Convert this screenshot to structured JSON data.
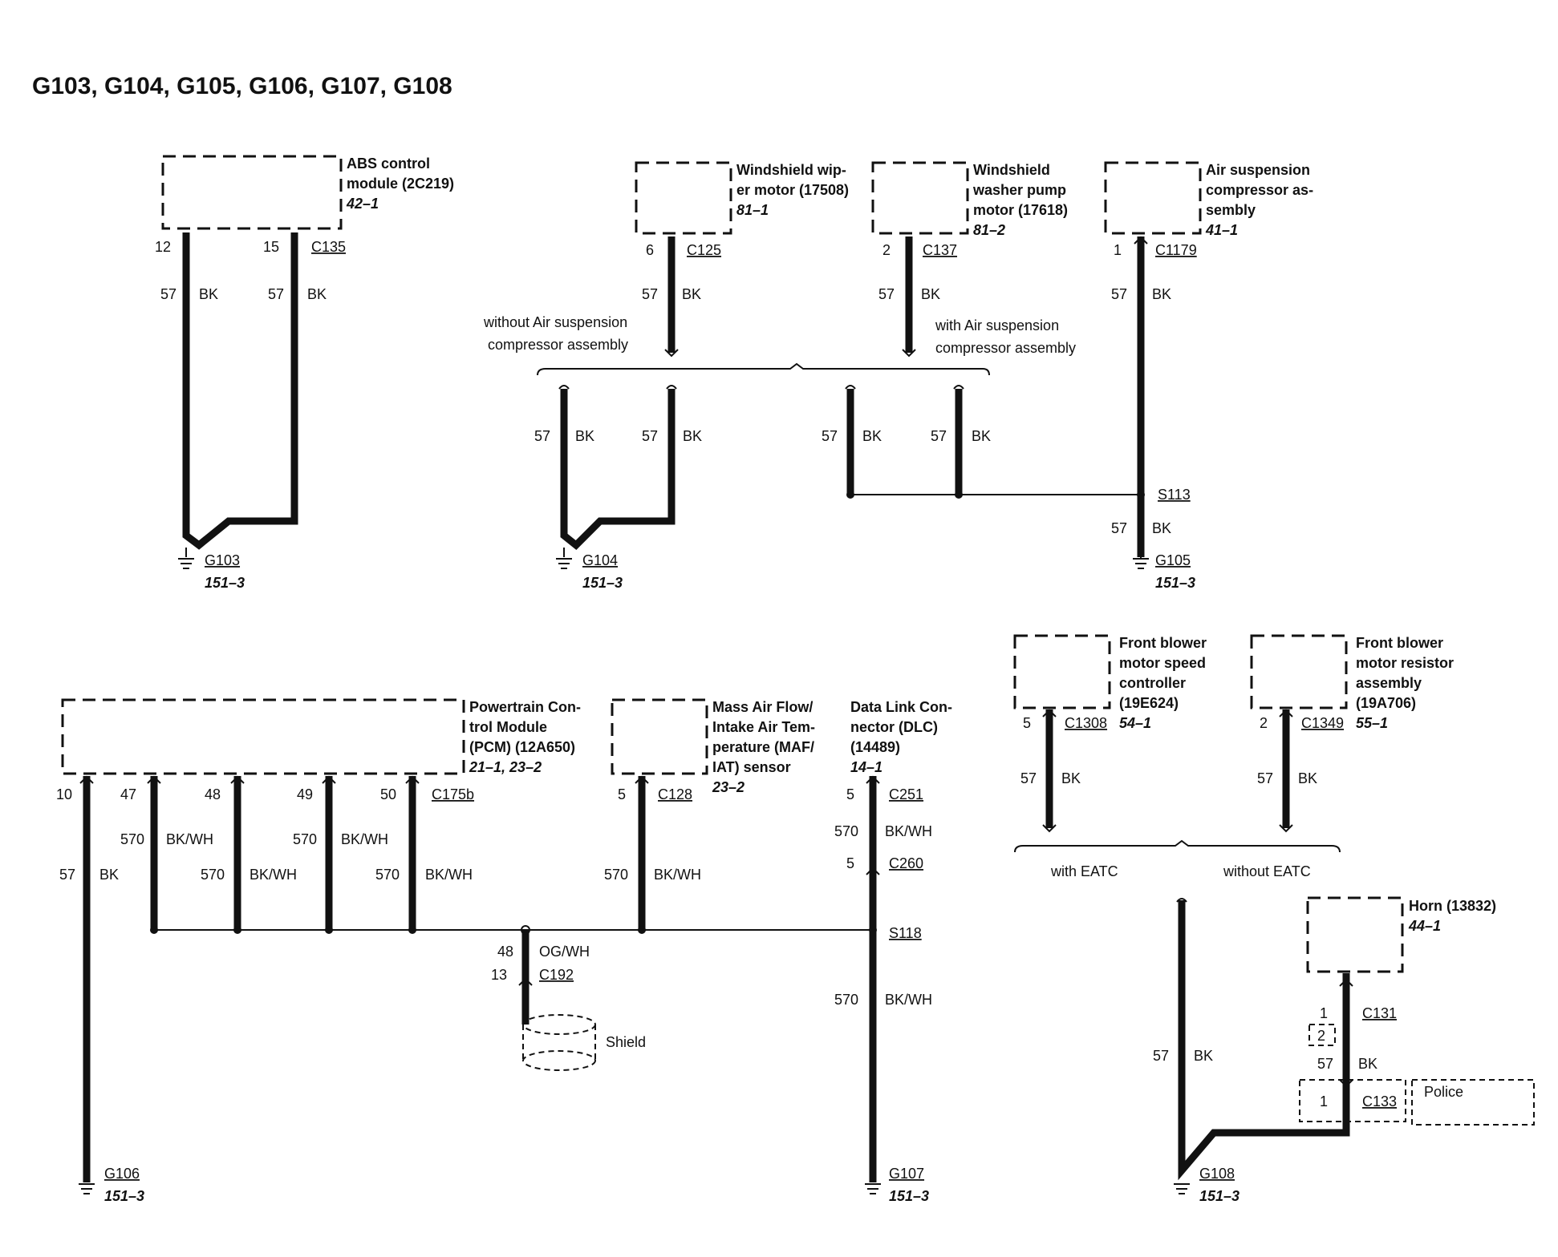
{
  "title": "G103, G104, G105, G106, G107, G108",
  "shield_label": "Shield",
  "police_label": "Police",
  "wire_gauge": "57",
  "wire_bk": "BK",
  "wire_570": "570",
  "wire_bkwh": "BK/WH",
  "wire_48": "48",
  "wire_ogwh": "OG/WH",
  "notes": {
    "without_air": [
      "without Air suspension",
      "compressor assembly"
    ],
    "with_air": [
      "with Air suspension",
      "compressor assembly"
    ],
    "with_eatc": "with EATC",
    "without_eatc": "without EATC"
  },
  "components": {
    "abs": {
      "lines": [
        "ABS control",
        "module (2C219)"
      ],
      "ref": "42–1"
    },
    "wiper": {
      "lines": [
        "Windshield wip-",
        "er motor (17508)"
      ],
      "ref": "81–1"
    },
    "washer": {
      "lines": [
        "Windshield",
        "washer pump",
        "motor (17618)"
      ],
      "ref": "81–2"
    },
    "airsusp": {
      "lines": [
        "Air suspension",
        "compressor as-",
        "sembly"
      ],
      "ref": "41–1"
    },
    "pcm": {
      "lines": [
        "Powertrain Con-",
        "trol Module",
        "(PCM) (12A650)"
      ],
      "ref": "21–1, 23–2"
    },
    "maf": {
      "lines": [
        "Mass Air Flow/",
        "Intake Air Tem-",
        "perature (MAF/",
        "IAT) sensor"
      ],
      "ref": "23–2"
    },
    "dlc": {
      "lines": [
        "Data Link Con-",
        "nector (DLC)",
        "(14489)"
      ],
      "ref": "14–1"
    },
    "blower_ctrl": {
      "lines": [
        "Front blower",
        "motor speed",
        "controller",
        "(19E624)"
      ],
      "ref": "54–1"
    },
    "blower_res": {
      "lines": [
        "Front blower",
        "motor resistor",
        "assembly",
        "(19A706)"
      ],
      "ref": "55–1"
    },
    "horn": {
      "lines": [
        "Horn (13832)"
      ],
      "ref": "44–1"
    }
  },
  "connectors": {
    "c135": "C135",
    "c125": "C125",
    "c137": "C137",
    "c1179": "C1179",
    "c175b": "C175b",
    "c128": "C128",
    "c251": "C251",
    "c260": "C260",
    "c192": "C192",
    "c1308": "C1308",
    "c1349": "C1349",
    "c131": "C131",
    "c133": "C133"
  },
  "splices": {
    "s113": "S113",
    "s118": "S118"
  },
  "pins": {
    "abs_a": "12",
    "abs_b": "15",
    "wiper": "6",
    "washer": "2",
    "airsusp": "1",
    "pcm_a": "10",
    "pcm_b": "47",
    "pcm_c": "48",
    "pcm_d": "49",
    "pcm_e": "50",
    "maf": "5",
    "dlc": "5",
    "c260": "5",
    "c192_top": "48",
    "c192_bot": "13",
    "blower_ctrl": "5",
    "blower_res": "2",
    "horn": "1",
    "c131_cav": "2",
    "c133_cav": "1"
  },
  "grounds": {
    "g103": {
      "name": "G103",
      "ref": "151–3"
    },
    "g104": {
      "name": "G104",
      "ref": "151–3"
    },
    "g105": {
      "name": "G105",
      "ref": "151–3"
    },
    "g106": {
      "name": "G106",
      "ref": "151–3"
    },
    "g107": {
      "name": "G107",
      "ref": "151–3"
    },
    "g108": {
      "name": "G108",
      "ref": "151–3"
    }
  }
}
